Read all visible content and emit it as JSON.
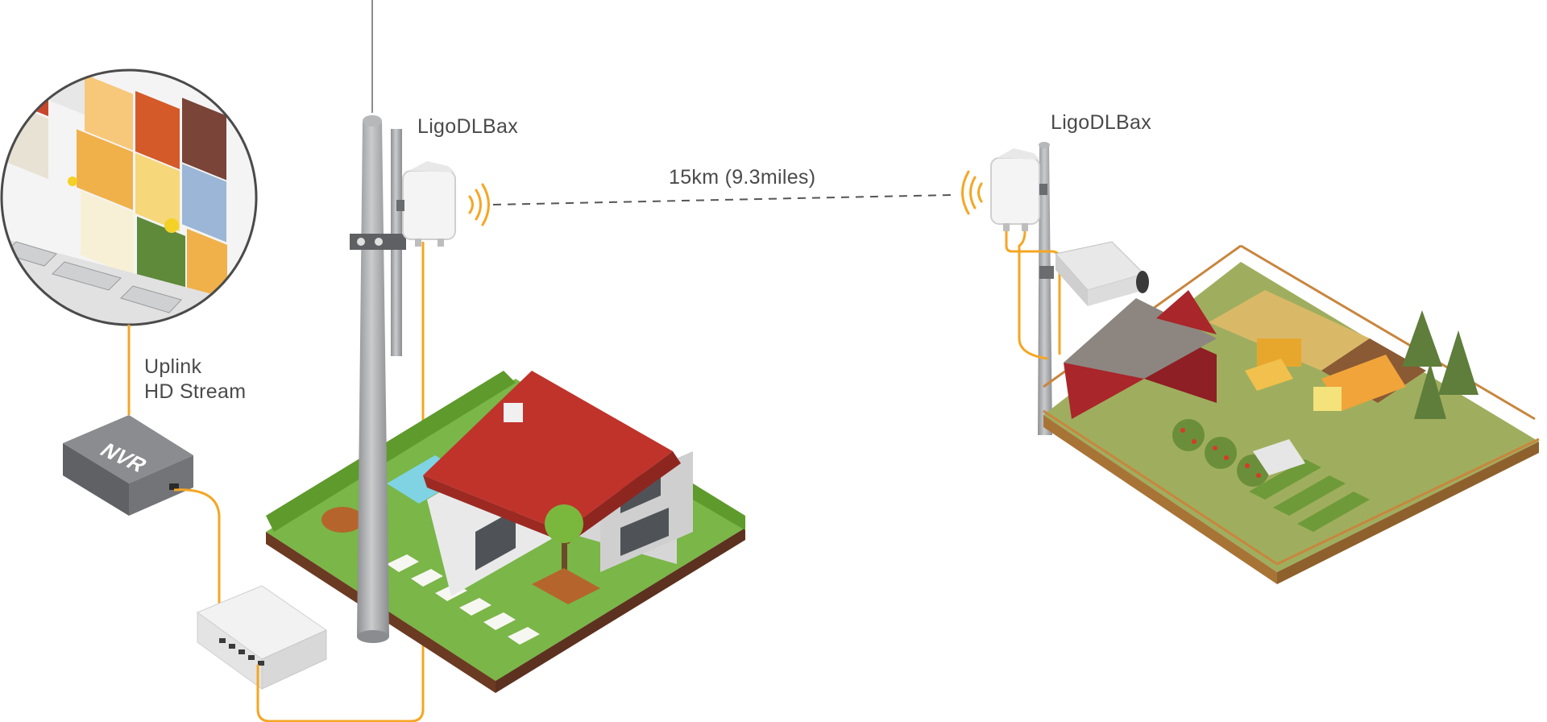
{
  "labels": {
    "radio_left": "LigoDLBax",
    "radio_right": "LigoDLBax",
    "distance": "15km (9.3miles)",
    "uplink_line1": "Uplink",
    "uplink_line2": "HD Stream",
    "nvr": "NVR"
  },
  "colors": {
    "cable": "#f5a623",
    "link_dash": "#555555",
    "signal": "#f5a623",
    "grass": "#7ab648",
    "roof": "#c0332b",
    "barn": "#a9262b",
    "nvr_body": "#6e7073",
    "pole": "#a7a9ab"
  }
}
